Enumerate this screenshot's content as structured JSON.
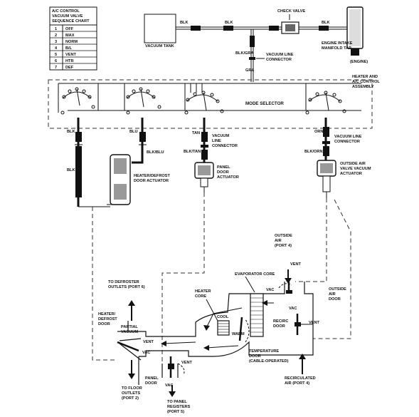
{
  "sequence_chart": {
    "title_lines": [
      "A/C CONTROL",
      "VACUUM VALVE",
      "SEQUENCE CHART"
    ],
    "rows": [
      {
        "num": "1",
        "name": "OFF"
      },
      {
        "num": "2",
        "name": "MAX"
      },
      {
        "num": "3",
        "name": "NORM"
      },
      {
        "num": "4",
        "name": "B/L"
      },
      {
        "num": "5",
        "name": "VENT"
      },
      {
        "num": "6",
        "name": "HTR"
      },
      {
        "num": "7",
        "name": "DEF"
      }
    ]
  },
  "labels": {
    "vacuum_tank": "VACUUM TANK",
    "check_valve": "CHECK VALVE",
    "engine_intake_1": "ENGINE INTAKE",
    "engine_intake_2": "MANIFOLD TAP",
    "engine": "(ENGINE)",
    "blk_a": "BLK",
    "blk_b": "BLK",
    "blk_c": "BLK",
    "blk_gra": "BLK/GRA",
    "gra": "GRA",
    "vlc_top_1": "VACUUM LINE",
    "vlc_top_2": "CONNECTOR",
    "heater_ac_1": "HEATER AND",
    "heater_ac_2": "A/C CONTROL",
    "heater_ac_3": "ASSEMBLY",
    "mode_selector": "MODE SELECTOR",
    "blk_left": "BLK",
    "blu": "BLU",
    "blk_blu": "BLK/BLU",
    "blk_vert": "BLK",
    "hd_actuator_1": "HEATER/DEFROST",
    "hd_actuator_2": "DOOR ACTUATOR",
    "tan": "TAN",
    "vlc_mid_1": "VACUUM",
    "vlc_mid_2": "LINE",
    "vlc_mid_3": "CONNECTOR",
    "blk_tan": "BLK/TAN",
    "panel_act_1": "PANEL",
    "panel_act_2": "DOOR",
    "panel_act_3": "ACTUATOR",
    "orn": "ORN",
    "vlc_right_1": "VACUUM LINE",
    "vlc_right_2": "CONNECTOR",
    "blk_orn": "BLK/ORN",
    "oa_act_1": "OUTSIDE AIR",
    "oa_act_2": "VALVE VACUUM",
    "oa_act_3": "ACTUATOR",
    "outside_air_1": "OUTSIDE",
    "outside_air_2": "AIR",
    "outside_air_3": "(PORT 4)",
    "evap_core": "EVAPORATOR CORE",
    "vac_top": "VAC",
    "vent_top": "VENT",
    "oa_door_1": "OUTSIDE",
    "oa_door_2": "AIR",
    "oa_door_3": "DOOR",
    "defroster_1": "TO DEFROSTER",
    "defroster_2": "OUTLETS (PORT 6)",
    "heater_core_1": "HEATER",
    "heater_core_2": "CORE",
    "cool": "COOL",
    "warm": "WARM",
    "hd_door_1": "HEATER/",
    "hd_door_2": "DEFROST",
    "hd_door_3": "DOOR",
    "partial_1": "PARTIAL",
    "partial_2": "VACUUM",
    "vent_left": "VENT",
    "vac_left": "VAC",
    "vac_recirc": "VAC",
    "recirc_door_1": "RECIRC",
    "recirc_door_2": "DOOR",
    "vent_recirc": "VENT",
    "temp_door_1": "TEMPERATURE",
    "temp_door_2": "DOOR",
    "temp_door_3": "(CABLE-OPERATED)",
    "vent_panel": "VENT",
    "vac_panel": "VAC",
    "panel_door_1": "PANEL",
    "panel_door_2": "DOOR",
    "floor_1": "TO FLOOR",
    "floor_2": "OUTLETS",
    "floor_3": "(PORT 2)",
    "panel_reg_1": "TO PANEL",
    "panel_reg_2": "REGISTERS",
    "panel_reg_3": "(PORT 5)",
    "recirc_air_1": "RECIRCULATED",
    "recirc_air_2": "AIR (PORT 4)"
  }
}
